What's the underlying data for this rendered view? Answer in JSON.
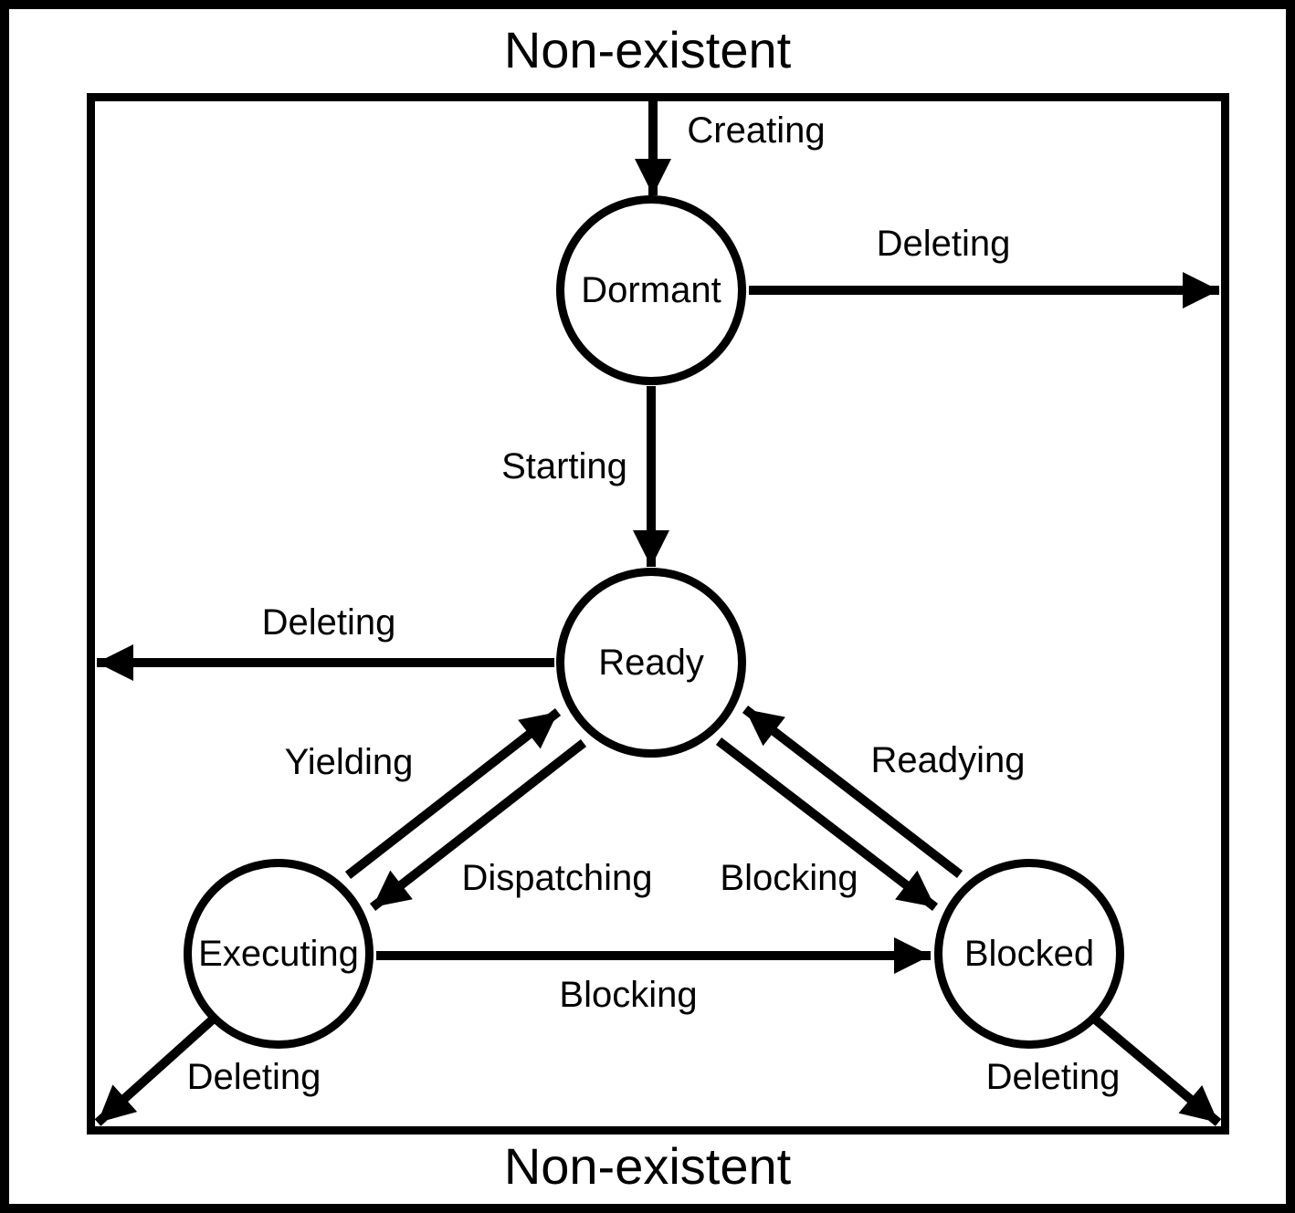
{
  "diagram": {
    "type": "state-transition-diagram",
    "outer_label_top": "Non-existent",
    "outer_label_bottom": "Non-existent",
    "colors": {
      "line": "#000000",
      "background": "#ffffff"
    }
  },
  "states": [
    {
      "id": "dormant",
      "label": "Dormant"
    },
    {
      "id": "ready",
      "label": "Ready"
    },
    {
      "id": "executing",
      "label": "Executing"
    },
    {
      "id": "blocked",
      "label": "Blocked"
    }
  ],
  "transitions": [
    {
      "id": "creating",
      "label": "Creating",
      "from": "non-existent",
      "to": "dormant"
    },
    {
      "id": "deleting-dormant",
      "label": "Deleting",
      "from": "dormant",
      "to": "non-existent"
    },
    {
      "id": "starting",
      "label": "Starting",
      "from": "dormant",
      "to": "ready"
    },
    {
      "id": "deleting-ready",
      "label": "Deleting",
      "from": "ready",
      "to": "non-existent"
    },
    {
      "id": "yielding",
      "label": "Yielding",
      "from": "executing",
      "to": "ready"
    },
    {
      "id": "dispatching",
      "label": "Dispatching",
      "from": "ready",
      "to": "executing"
    },
    {
      "id": "readying",
      "label": "Readying",
      "from": "blocked",
      "to": "ready"
    },
    {
      "id": "blocking-ready",
      "label": "Blocking",
      "from": "ready",
      "to": "blocked"
    },
    {
      "id": "blocking-executing",
      "label": "Blocking",
      "from": "executing",
      "to": "blocked"
    },
    {
      "id": "deleting-executing",
      "label": "Deleting",
      "from": "executing",
      "to": "non-existent"
    },
    {
      "id": "deleting-blocked",
      "label": "Deleting",
      "from": "blocked",
      "to": "non-existent"
    }
  ]
}
